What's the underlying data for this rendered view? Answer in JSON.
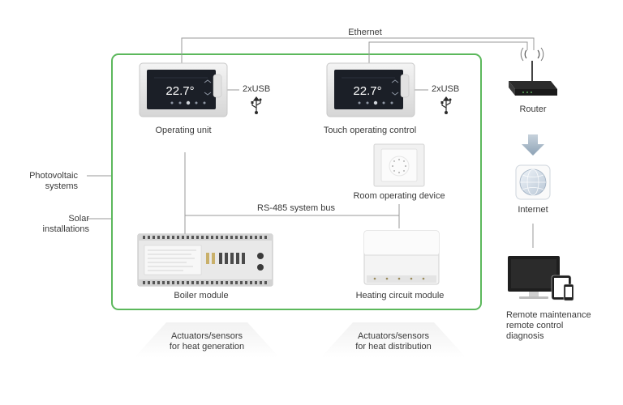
{
  "labels": {
    "ethernet": "Ethernet",
    "operating_unit": "Operating unit",
    "touch_operating_control": "Touch operating control",
    "usb_left": "2xUSB",
    "usb_right": "2xUSB",
    "router": "Router",
    "internet": "Internet",
    "room_operating_device": "Room operating device",
    "bus": "RS-485 system bus",
    "boiler_module": "Boiler module",
    "heating_circuit_module": "Heating circuit module",
    "photovoltaic": [
      "Photovoltaic",
      "systems"
    ],
    "solar": [
      "Solar",
      "installations"
    ],
    "actuators_generation": [
      "Actuators/sensors",
      "for heat generation"
    ],
    "actuators_distribution": [
      "Actuators/sensors",
      "for heat distribution"
    ],
    "remote": [
      "Remote maintenance",
      "remote control",
      "diagnosis"
    ]
  },
  "screens": {
    "left_temperature": "22.7°",
    "right_temperature": "22.7°"
  },
  "icons": {
    "usb": "usb-icon",
    "router": "router-icon",
    "internet": "globe-icon",
    "arrow": "arrow-down-icon",
    "devices": "monitor-tablet-phone-icon"
  },
  "colors": {
    "system_border": "#5cb85c",
    "line": "#9a9a9a",
    "arrow": "#8aa0b4"
  }
}
